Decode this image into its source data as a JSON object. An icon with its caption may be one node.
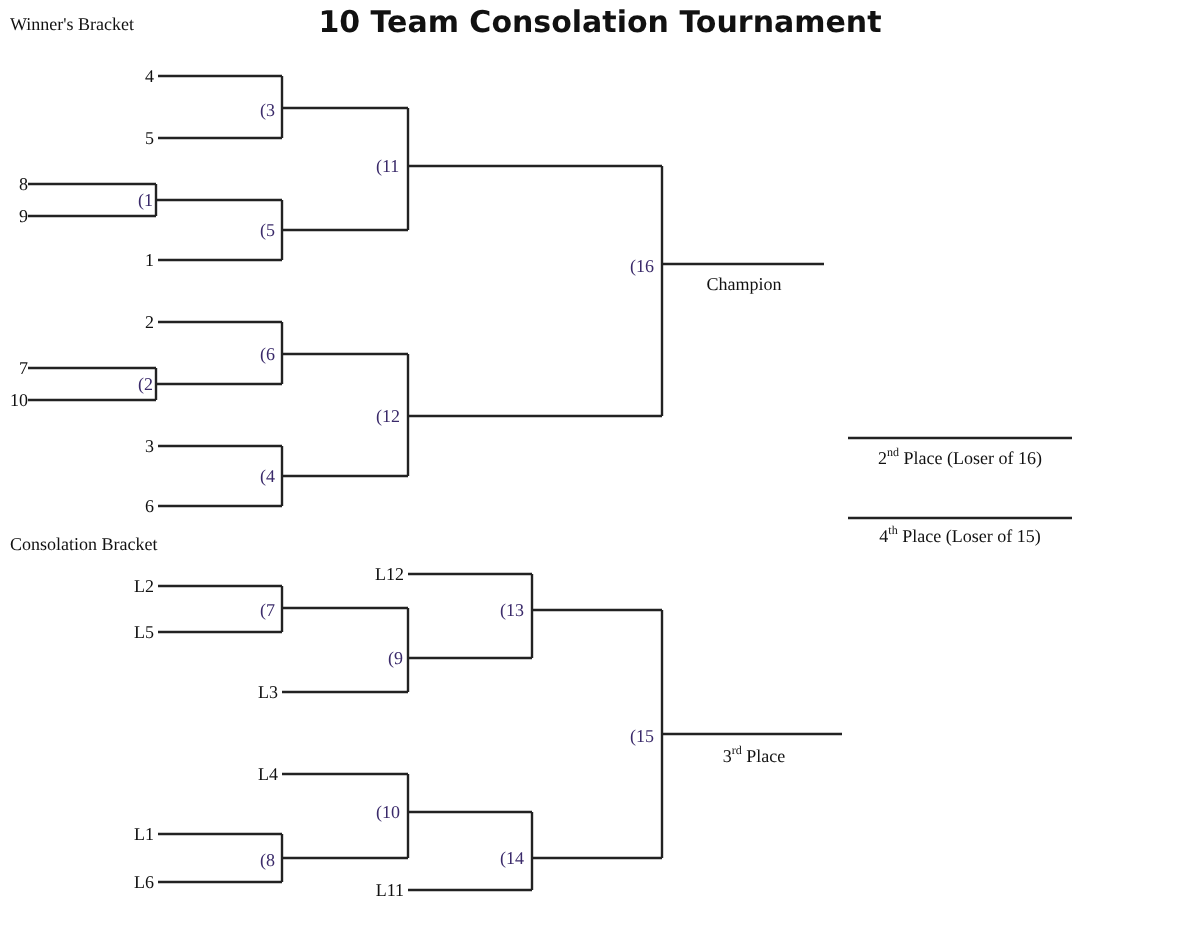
{
  "diagram": {
    "title": "10 Team Consolation Tournament",
    "labels": [
      "Winner's Bracket",
      "4",
      "(3",
      "5",
      "8",
      "(11",
      "(1",
      "9",
      "(5",
      "1",
      "2",
      "(6",
      "7",
      "(2",
      "10",
      "(12",
      "3",
      "(4",
      "6",
      "(16",
      "Champion",
      "2$^{nd}$ Place (Loser of 16)",
      "4$^{th}$ Place (Loser of 15)",
      "Consolation Bracket",
      "L12",
      "L2",
      "(7",
      "(13",
      "L5",
      "(9",
      "L3",
      "(15",
      "3$^{rd}$ Place",
      "L4",
      "(10",
      "L1",
      "(8",
      "(14",
      "L6",
      "L11"
    ]
  }
}
